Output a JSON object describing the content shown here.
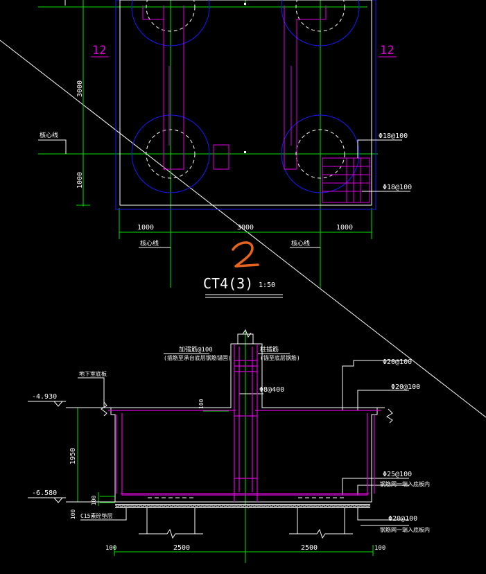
{
  "colors": {
    "background": "#000000",
    "grid_line": "#00e000",
    "outline": "#ffffff",
    "rebar": "#e000e0",
    "pile": "#1a1aff",
    "annotation": "#ffffff",
    "handwritten": "#e8641e"
  },
  "plan": {
    "label_12_left": "12",
    "label_12_right": "12",
    "dim_3000_v": "3000",
    "dim_1000_v": "1000",
    "dim_1000_left": "1000",
    "dim_3000_h": "3000",
    "dim_1000_right": "1000",
    "axis_label_left": "核心线",
    "axis_label_bottom_left": "核心线",
    "axis_label_bottom_right": "核心线",
    "rebar_top": "Φ18@100",
    "rebar_bottom": "Φ18@100",
    "handwritten_mark": "2",
    "title": "CT4(3)",
    "scale": "1:50"
  },
  "section": {
    "note_top_left_1": "加强筋@100",
    "note_top_left_2": "(插筋至承台底层钢筋锚固)",
    "note_top_right_1": "柱插筋",
    "note_top_right_2": "(锚至底层钢筋)",
    "stirrup": "Φ8@400",
    "small_100": "100",
    "basement_floor": "地下室底板",
    "elev_top": "-4.930",
    "elev_bottom": "-6.580",
    "dim_1950": "1950",
    "dim_100_a": "100",
    "dim_100_b": "100",
    "cushion": "C15素砼垫层",
    "rebar_r1": "Φ20@100",
    "rebar_r2": "Φ20@100",
    "rebar_r3": "Φ25@100",
    "rebar_r3_note": "钢筋网一端入底板内",
    "rebar_r4": "Φ20@100",
    "rebar_r4_note": "钢筋网一端入底板内",
    "dim_bottom_100_left": "100",
    "dim_bottom_2500_left": "2500",
    "dim_bottom_2500_right": "2500",
    "dim_bottom_100_right": "100"
  }
}
